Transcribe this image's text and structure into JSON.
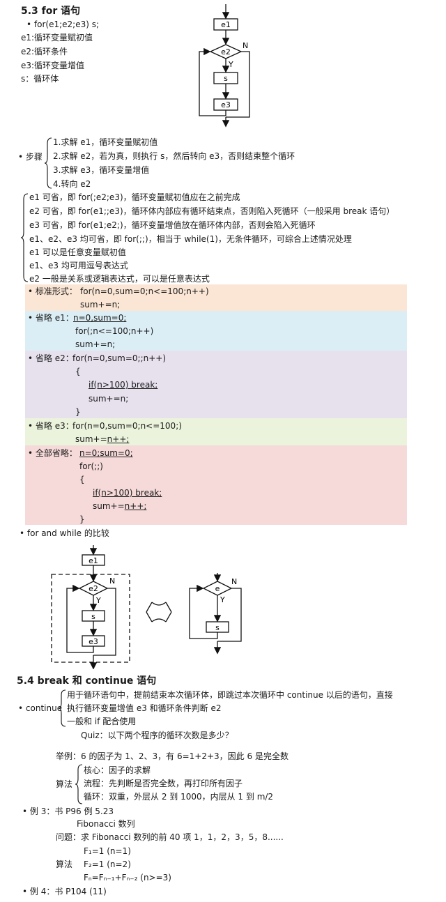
{
  "sec53": {
    "title": "5.3 for 语句",
    "lines": [
      "• for(e1;e2;e3) s;",
      "e1:循环变量赋初值",
      "e2:循环条件",
      "e3:循环变量增值",
      "s：循环体"
    ]
  },
  "flow1": {
    "e1": "e1",
    "e2": "e2",
    "n": "N",
    "y": "Y",
    "s": "s",
    "e3": "e3"
  },
  "steps": {
    "label": "• 步骤",
    "items": [
      "1.求解 e1，循环变量赋初值",
      "2.求解 e2，若为真，则执行 s，然后转向 e3，否则结束整个循环",
      "3.求解 e3，循环变量增值",
      "4.转向 e2"
    ]
  },
  "notes": [
    "e1 可省，即 for(;e2;e3)，循环变量赋初值应在之前完成",
    "e2 可省，即 for(e1;;e3)，循环体内部应有循环结束点，否则陷入死循环（一般采用 break 语句）",
    "e3 可省，即 for(e1;e2;)，循环变量增值放在循环体内部，否则会陷入死循环",
    "e1、e2、e3 均可省，即 for(;;)，相当于 while(1)，无条件循环，可综合上述情况处理",
    "e1 可以是任意变量赋初值",
    "e1、e3 均可用逗号表达式",
    "e2 一般是关系或逻辑表达式，可以是任意表达式"
  ],
  "forms": {
    "std_label": "• 标准形式：",
    "std_line1": "for(n=0,sum=0;n<=100;n++)",
    "std_line2": "sum+=n;",
    "e1_label": "• 省略 e1：",
    "e1_line1": "n=0,sum=0;",
    "e1_line2": "for(;n<=100;n++)",
    "e1_line3": "sum+=n;",
    "e2_label": "• 省略 e2：",
    "e2_line1": "for(n=0,sum=0;;n++)",
    "e2_open": "{",
    "e2_line2": "if(n>100) break;",
    "e2_line3": "sum+=n;",
    "e2_close": "}",
    "e3_label": "• 省略 e3：",
    "e3_line1": "for(n=0,sum=0;n<=100;)",
    "e3_line2a": "sum+=",
    "e3_line2b": "n++;",
    "all_label": "• 全部省略：",
    "all_line1": "n=0;sum=0;",
    "all_line2": "for(;;)",
    "all_open": "{",
    "all_line3": "if(n>100) break;",
    "all_line4a": "sum+=",
    "all_line4b": "n++;",
    "all_close": "}"
  },
  "compare": {
    "title": "• for and while 的比较"
  },
  "flow2": {
    "e1": "e1",
    "e2": "e2",
    "n": "N",
    "y": "Y",
    "s": "s",
    "e3": "e3"
  },
  "flow3": {
    "e": "e",
    "n": "N",
    "y": "Y",
    "s": "s"
  },
  "sec54": {
    "title": "5.4 break 和 continue 语句",
    "continue_label": "• continue",
    "c_lines": [
      "用于循环语句中，提前结束本次循环体，即跳过本次循环中 continue 以后的语句，直接",
      "执行循环变量增值 e3 和循环条件判断 e2",
      "一般和 if 配合使用"
    ],
    "quiz": "Quiz：以下两个程序的循环次数是多少？",
    "example": "举例：6 的因子为 1、2、3，有 6=1+2+3，因此 6 是完全数",
    "algo_label": "算法",
    "algo_items": [
      "核心：因子的求解",
      "流程：先判断是否完全数，再打印所有因子",
      "循环：双重，外层从 2 到 1000，内层从 1 到 m/2"
    ],
    "ex3": "• 例 3：书 P96 例 5.23",
    "fib_title": "Fibonacci 数列",
    "problem": "问题：求 Fibonacci 数列的前 40 项 1，1，2，3，5，8......",
    "fib_algo": "算法",
    "f1": "F₁=1   (n=1)",
    "f2": "F₂=1   (n=2)",
    "fn": "Fₙ=Fₙ₋₁+Fₙ₋₂  (n>=3)",
    "ex4": "• 例 4：书 P104 (11)"
  },
  "colors": {
    "std_bg": "#fbe6d5",
    "e1_bg": "#dceef5",
    "e2_bg": "#e7e1ee",
    "e3_bg": "#ebf3dc",
    "all_bg": "#f6d9d9"
  }
}
